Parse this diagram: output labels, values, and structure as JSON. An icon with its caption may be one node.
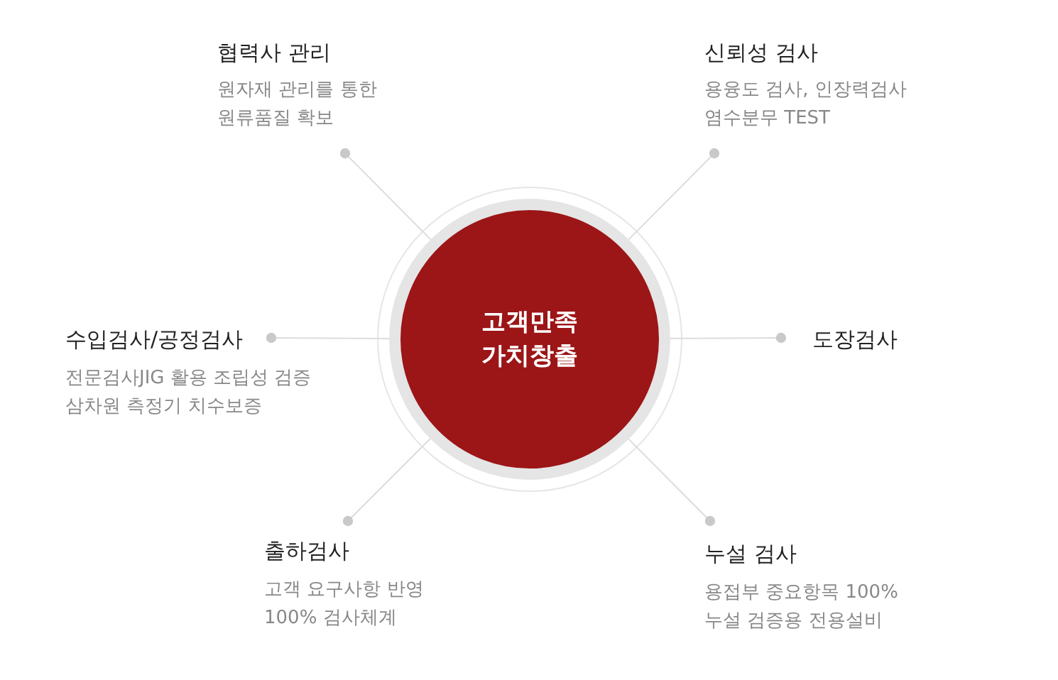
{
  "diagram": {
    "nodes": [
      {
        "text": [
          "고객만족 가치창출"
        ]
      },
      {
        "text": [
          "협력사 관리",
          "원자재 관리를 통한 원류품질 확보"
        ]
      },
      {
        "text": [
          "신뢰성 검사",
          "용융도 검사, 인장력검사 염수분무 TEST"
        ]
      },
      {
        "text": [
          "수입검사/공정검사",
          "전문검사JIG 활용 조립성 검증 삼차원 측정기 치수보증"
        ]
      },
      {
        "text": [
          "도장검사"
        ]
      },
      {
        "text": [
          "출하검사",
          "고객 요구사항 반영 100% 검사체계"
        ]
      },
      {
        "text": [
          "누설 검사",
          "용접부 중요항목 100% 누설 검증용 전용설비"
        ]
      }
    ],
    "edges": [
      {
        "from": 0,
        "to": 1,
        "arrow": "other"
      },
      {
        "from": 0,
        "to": 2,
        "arrow": "other"
      },
      {
        "from": 0,
        "to": 3,
        "arrow": "other"
      },
      {
        "from": 0,
        "to": 4,
        "arrow": "other"
      },
      {
        "from": 0,
        "to": 5,
        "arrow": "other"
      },
      {
        "from": 0,
        "to": 6,
        "arrow": "other"
      }
    ]
  }
}
